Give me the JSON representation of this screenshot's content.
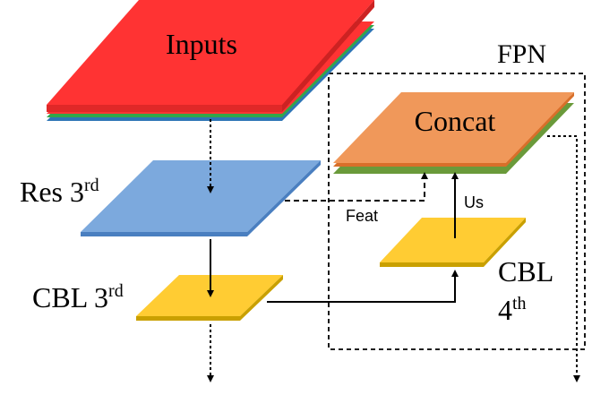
{
  "diagram": {
    "inputs_label": "Inputs",
    "res_label": "Res 3",
    "res_sup": "rd",
    "cbl3_label": "CBL 3",
    "cbl3_sup": "rd",
    "fpn_label": "FPN",
    "concat_label": "Concat",
    "cbl4_label_line1": "CBL",
    "cbl4_label_line2": "4",
    "cbl4_sup": "th",
    "feat_label": "Feat",
    "us_label": "Us"
  },
  "colors": {
    "inputs_red": "#ff3333",
    "inputs_green": "#33a64a",
    "inputs_blue": "#2e75b6",
    "res_blue": "#7ca9dd",
    "res_edge": "#4a7fc0",
    "cbl_yellow": "#ffcc33",
    "cbl_edge": "#c9a000",
    "concat_orange": "#f0985a",
    "concat_edge_green": "#6a9a3a",
    "concat_edge_orange": "#d86f2a"
  }
}
